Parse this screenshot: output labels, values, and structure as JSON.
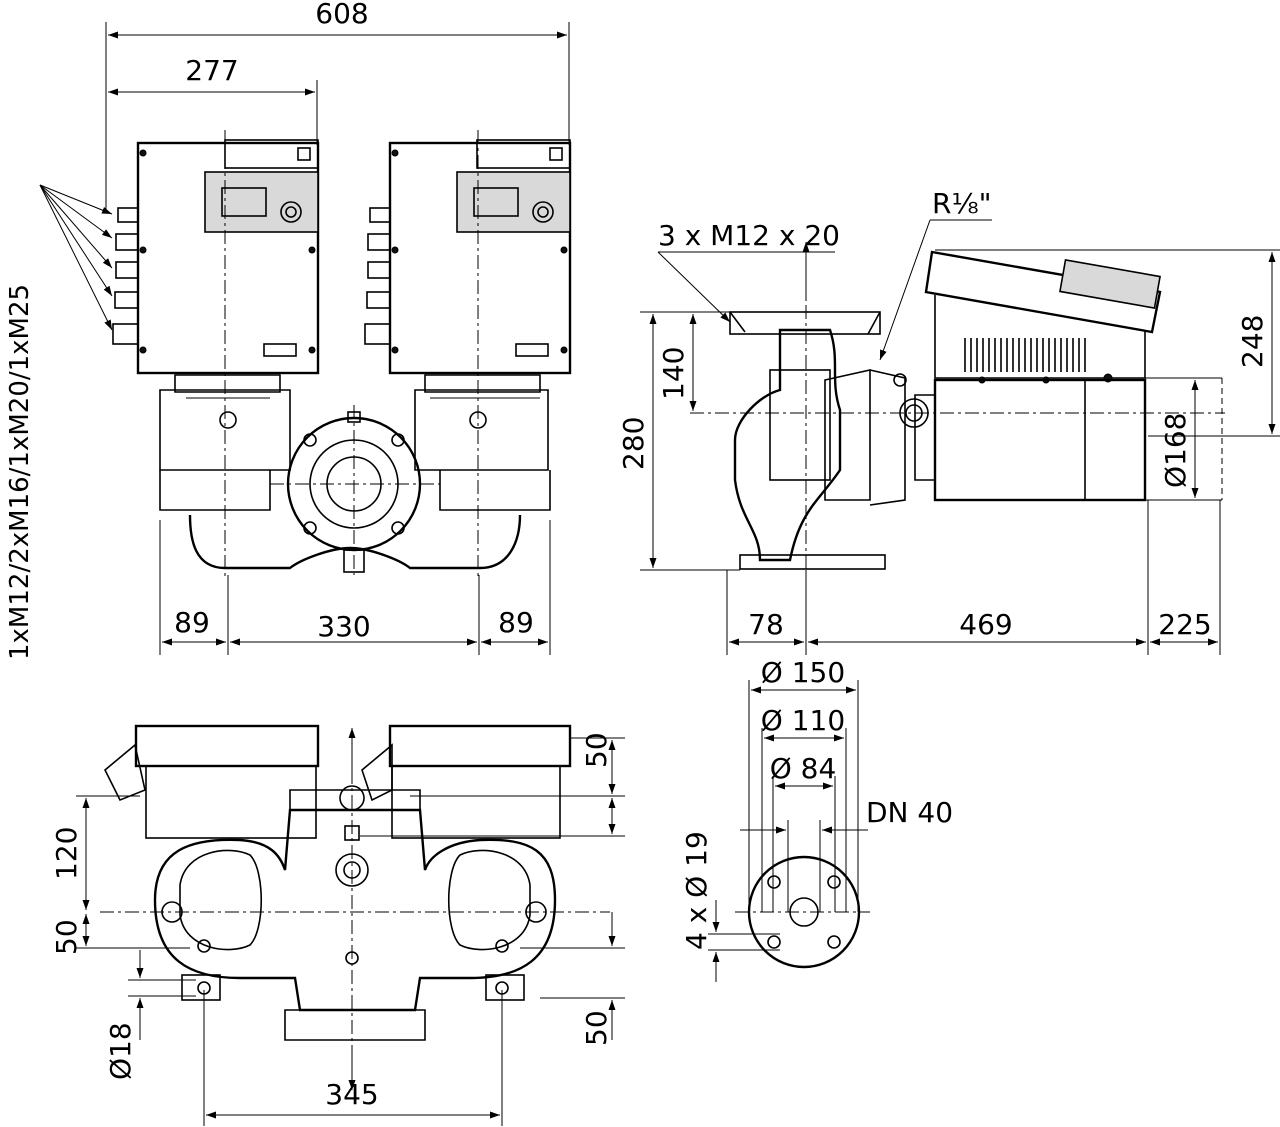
{
  "dimensions": {
    "overall_width": "608",
    "motor_span": "277",
    "cable_glands": "1xM12/2xM16/1xM20/1xM25",
    "left_offset": "89",
    "center_distance": "330",
    "right_offset": "89",
    "bolts_spec": "3 x M12 x 20",
    "thread_spec": "R⅛\"",
    "height_140": "140",
    "height_280": "280",
    "height_248": "248",
    "motor_diameter": "Ø168",
    "len_78": "78",
    "len_469": "469",
    "len_225": "225",
    "bottom_50_top": "50",
    "bottom_120": "120",
    "bottom_50_left": "50",
    "bottom_50_right": "50",
    "bolt_hole_18": "Ø18",
    "foot_span_345": "345",
    "flange_od_150": "Ø 150",
    "flange_bc_110": "Ø 110",
    "flange_id_84": "Ø 84",
    "dn": "DN 40",
    "flange_holes": "4 x Ø 19"
  }
}
